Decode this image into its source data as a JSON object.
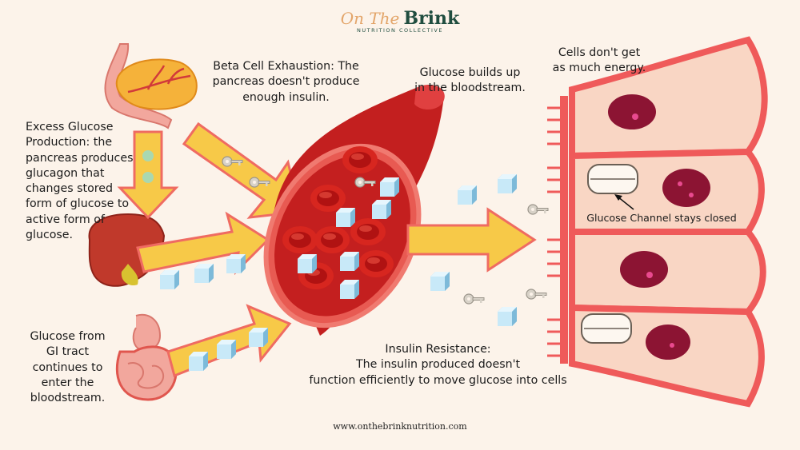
{
  "brand": {
    "logo_script": "On The",
    "logo_bold": "Brink",
    "logo_sub": "NUTRITION COLLECTIVE"
  },
  "labels": {
    "beta_cell": [
      "Beta Cell Exhaustion: The",
      "pancreas doesn't produce",
      "enough insulin."
    ],
    "glucose_builds": [
      "Glucose builds up",
      "in the bloodstream."
    ],
    "cells_energy": [
      "Cells don't get",
      "as much energy."
    ],
    "excess_glucose": [
      "Excess Glucose",
      "Production: the",
      "pancreas produces",
      "glucagon that",
      "changes stored",
      "form of glucose to",
      "active form of",
      "glucose."
    ],
    "gi_tract": [
      "Glucose from",
      "GI tract",
      "continues to",
      "enter the",
      "bloodstream."
    ],
    "channel": "Glucose Channel stays closed",
    "insulin_resistance": [
      "Insulin Resistance:",
      "The insulin produced doesn't",
      "function efficiently to move glucose into cells"
    ]
  },
  "footer": {
    "url": "www.onthebrinknutrition.com"
  },
  "colors": {
    "background": "#fcf3ea",
    "arrow_fill": "#f7c948",
    "arrow_stroke": "#ef6b62",
    "vessel": "#d92d2d",
    "cell_fill": "#f9d6c4",
    "cell_border": "#ef5a5a",
    "nucleus": "#8c1433",
    "glucose_cube": "#bfe3f5",
    "brand_green": "#1f4d3f"
  }
}
